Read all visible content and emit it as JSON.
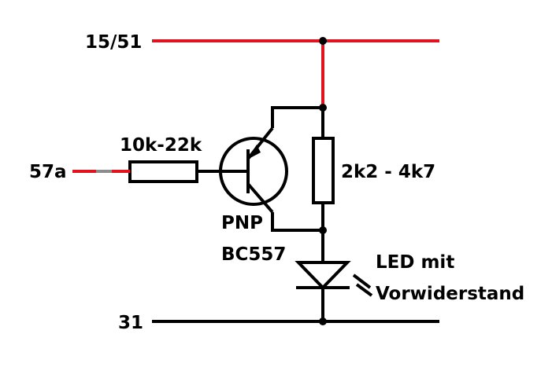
{
  "labels": {
    "supply": "15/51",
    "input": "57a",
    "ground": "31",
    "base_resistor": "10k-22k",
    "transistor_type": "PNP",
    "transistor_part": "BC557",
    "collector_resistor": "2k2 - 4k7",
    "led_line1": "LED mit",
    "led_line2": "Vorwiderstand"
  },
  "colors": {
    "wire": "#000000",
    "supply_wire": "#e0141e",
    "input_wire": "#e0141e",
    "input_wire_gray": "#8c8c8c",
    "background": "#ffffff"
  }
}
